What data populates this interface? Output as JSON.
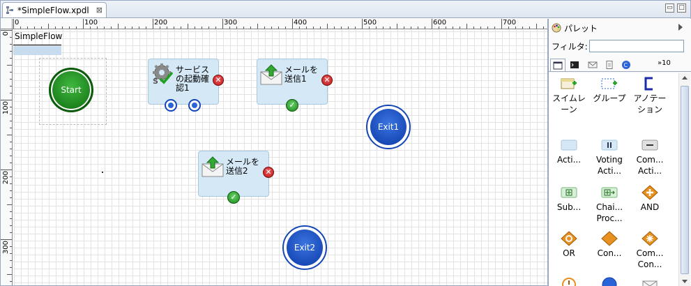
{
  "editor": {
    "tab_title": "*SimpleFlow.xpdl",
    "close_glyph": "⊠",
    "minimize_glyph": "▭",
    "maximize_glyph": "□"
  },
  "ruler": {
    "h_labels": [
      "0",
      "100",
      "200",
      "300",
      "400",
      "500",
      "600",
      "700"
    ],
    "v_labels": [
      "0",
      "100",
      "200",
      "300"
    ]
  },
  "diagram": {
    "pool_name": "SimpleFlow",
    "start_label": "Start",
    "exit1_label": "Exit1",
    "exit2_label": "Exit2",
    "activity_service": "サービスの起動確認1",
    "activity_mail1": "メールを送信1",
    "activity_mail2": "メールを送信2",
    "error_glyph": "✕",
    "ok_glyph": "✓"
  },
  "palette": {
    "title": "パレット",
    "filter_label": "フィルタ:",
    "filter_value": "",
    "more_tabs": "»10",
    "items": [
      {
        "label": "スイムレーン",
        "icon": "swimlane-icon"
      },
      {
        "label": "グループ",
        "icon": "group-icon"
      },
      {
        "label": "アノテーション",
        "icon": "annotation-icon"
      },
      {
        "label": "Acti...",
        "icon": "activity-icon"
      },
      {
        "label": "Voting Acti...",
        "icon": "voting-activity-icon"
      },
      {
        "label": "Com... Acti...",
        "icon": "compensation-activity-icon"
      },
      {
        "label": "Sub...",
        "icon": "subprocess-icon"
      },
      {
        "label": "Chai... Proc...",
        "icon": "chained-process-icon"
      },
      {
        "label": "AND",
        "icon": "and-gateway-icon"
      },
      {
        "label": "OR",
        "icon": "or-gateway-icon"
      },
      {
        "label": "Con...",
        "icon": "condition-gateway-icon"
      },
      {
        "label": "Com... Con...",
        "icon": "complex-condition-icon"
      }
    ]
  }
}
